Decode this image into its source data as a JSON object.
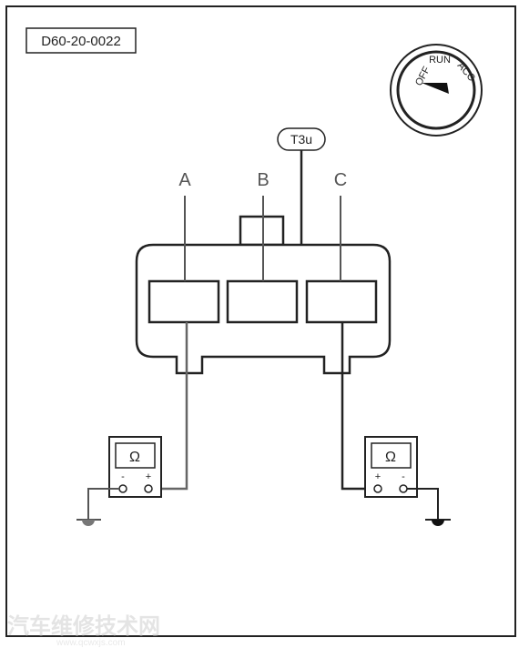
{
  "diagram": {
    "code": "D60-20-0022",
    "harness_label": "T3u",
    "pins": {
      "a": "A",
      "b": "B",
      "c": "C"
    },
    "ignition": {
      "off": "OFF",
      "run": "RUN",
      "acc": "ACC"
    },
    "meter_left": {
      "symbol": "Ω",
      "minus": "-",
      "plus": "+"
    },
    "meter_right": {
      "symbol": "Ω",
      "plus": "+",
      "minus": "-"
    }
  },
  "watermark": {
    "text": "汽车维修技术网",
    "url": "www.qcwxjs.com"
  },
  "colors": {
    "line": "#222222",
    "wire_a": "#666666",
    "pin_label": "#555555"
  }
}
